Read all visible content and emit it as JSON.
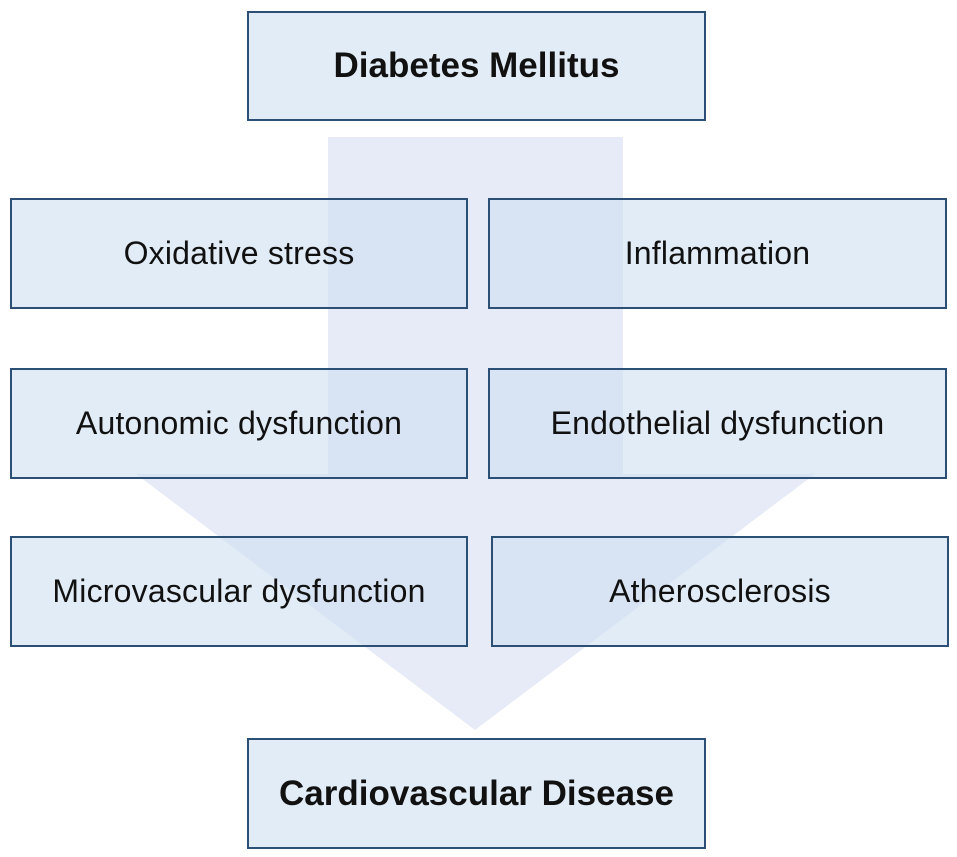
{
  "source": {
    "label": "Diabetes Mellitus"
  },
  "mechanisms": [
    {
      "label": "Oxidative stress"
    },
    {
      "label": "Inflammation"
    },
    {
      "label": "Autonomic dysfunction"
    },
    {
      "label": "Endothelial dysfunction"
    },
    {
      "label": "Microvascular dysfunction"
    },
    {
      "label": "Atherosclerosis"
    }
  ],
  "outcome": {
    "label": "Cardiovascular Disease"
  },
  "colors": {
    "box_fill": "#d9e6f3",
    "box_border": "#2c4f76",
    "arrow_fill": "#dde5f4",
    "text": "#111111"
  }
}
